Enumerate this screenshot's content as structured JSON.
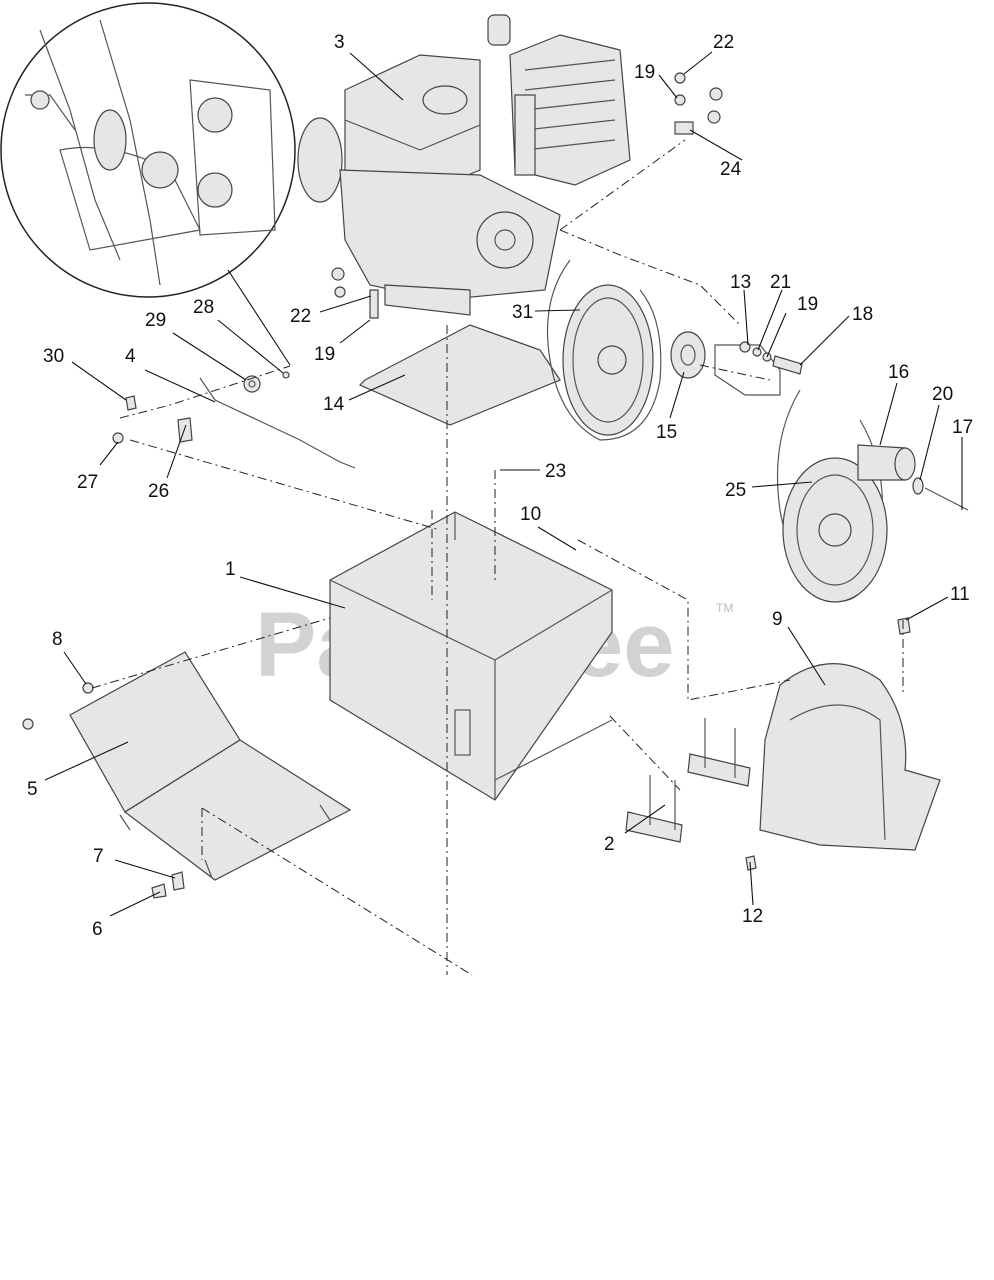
{
  "watermark": {
    "text": "PartsTree",
    "trademark": "TM"
  },
  "callouts": [
    "1",
    "2",
    "3",
    "4",
    "5",
    "6",
    "7",
    "8",
    "9",
    "10",
    "11",
    "12",
    "13",
    "14",
    "15",
    "16",
    "17",
    "18",
    "19",
    "19",
    "19",
    "20",
    "21",
    "22",
    "22",
    "23",
    "24",
    "25",
    "26",
    "27",
    "28",
    "29",
    "30",
    "31"
  ],
  "colors": {
    "ink": "#111111",
    "line": "#555555",
    "fill": "#e6e6e6",
    "watermark": "#d2d2d2"
  }
}
